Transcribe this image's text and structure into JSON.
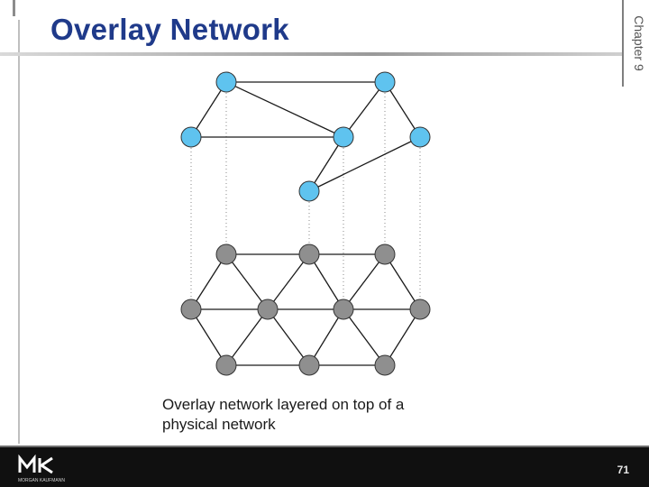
{
  "slide": {
    "title": "Overlay Network",
    "chapter_label": "Chapter 9",
    "caption_line1": "Overlay network layered on top of a",
    "caption_line2": "physical network",
    "page_number": "71"
  },
  "footer": {
    "logo_mark": "MK",
    "logo_subtext": "MORGAN KAUFMANN"
  },
  "colors": {
    "title": "#1f3a8a",
    "overlay_node": "#5fc3ef",
    "physical_node": "#8f8f8f",
    "edge": "#1a1a1a",
    "footer_bg": "#101010"
  },
  "diagram": {
    "overlay_layer": {
      "nodes": [
        "O1",
        "O2",
        "O3",
        "O4",
        "O5",
        "O6"
      ],
      "edges": [
        [
          "O1",
          "O2"
        ],
        [
          "O1",
          "O3"
        ],
        [
          "O1",
          "O4"
        ],
        [
          "O2",
          "O4"
        ],
        [
          "O2",
          "O5"
        ],
        [
          "O3",
          "O4"
        ],
        [
          "O4",
          "O6"
        ],
        [
          "O5",
          "O6"
        ]
      ]
    },
    "physical_layer": {
      "nodes": [
        "P1",
        "P2",
        "P3",
        "P4",
        "P5",
        "P6",
        "P7",
        "P8",
        "P9",
        "P10"
      ],
      "edges": [
        [
          "P1",
          "P2"
        ],
        [
          "P2",
          "P3"
        ],
        [
          "P4",
          "P5"
        ],
        [
          "P5",
          "P6"
        ],
        [
          "P6",
          "P7"
        ],
        [
          "P8",
          "P9"
        ],
        [
          "P9",
          "P10"
        ],
        [
          "P1",
          "P4"
        ],
        [
          "P1",
          "P5"
        ],
        [
          "P2",
          "P5"
        ],
        [
          "P2",
          "P6"
        ],
        [
          "P3",
          "P6"
        ],
        [
          "P3",
          "P7"
        ],
        [
          "P4",
          "P8"
        ],
        [
          "P5",
          "P8"
        ],
        [
          "P5",
          "P9"
        ],
        [
          "P6",
          "P9"
        ],
        [
          "P6",
          "P10"
        ],
        [
          "P7",
          "P10"
        ]
      ]
    },
    "vertical_mappings": [
      [
        "O1",
        "P1"
      ],
      [
        "O2",
        "P3"
      ],
      [
        "O3",
        "P4"
      ],
      [
        "O4",
        "P6"
      ],
      [
        "O5",
        "P7"
      ],
      [
        "O6",
        "P2"
      ]
    ]
  }
}
